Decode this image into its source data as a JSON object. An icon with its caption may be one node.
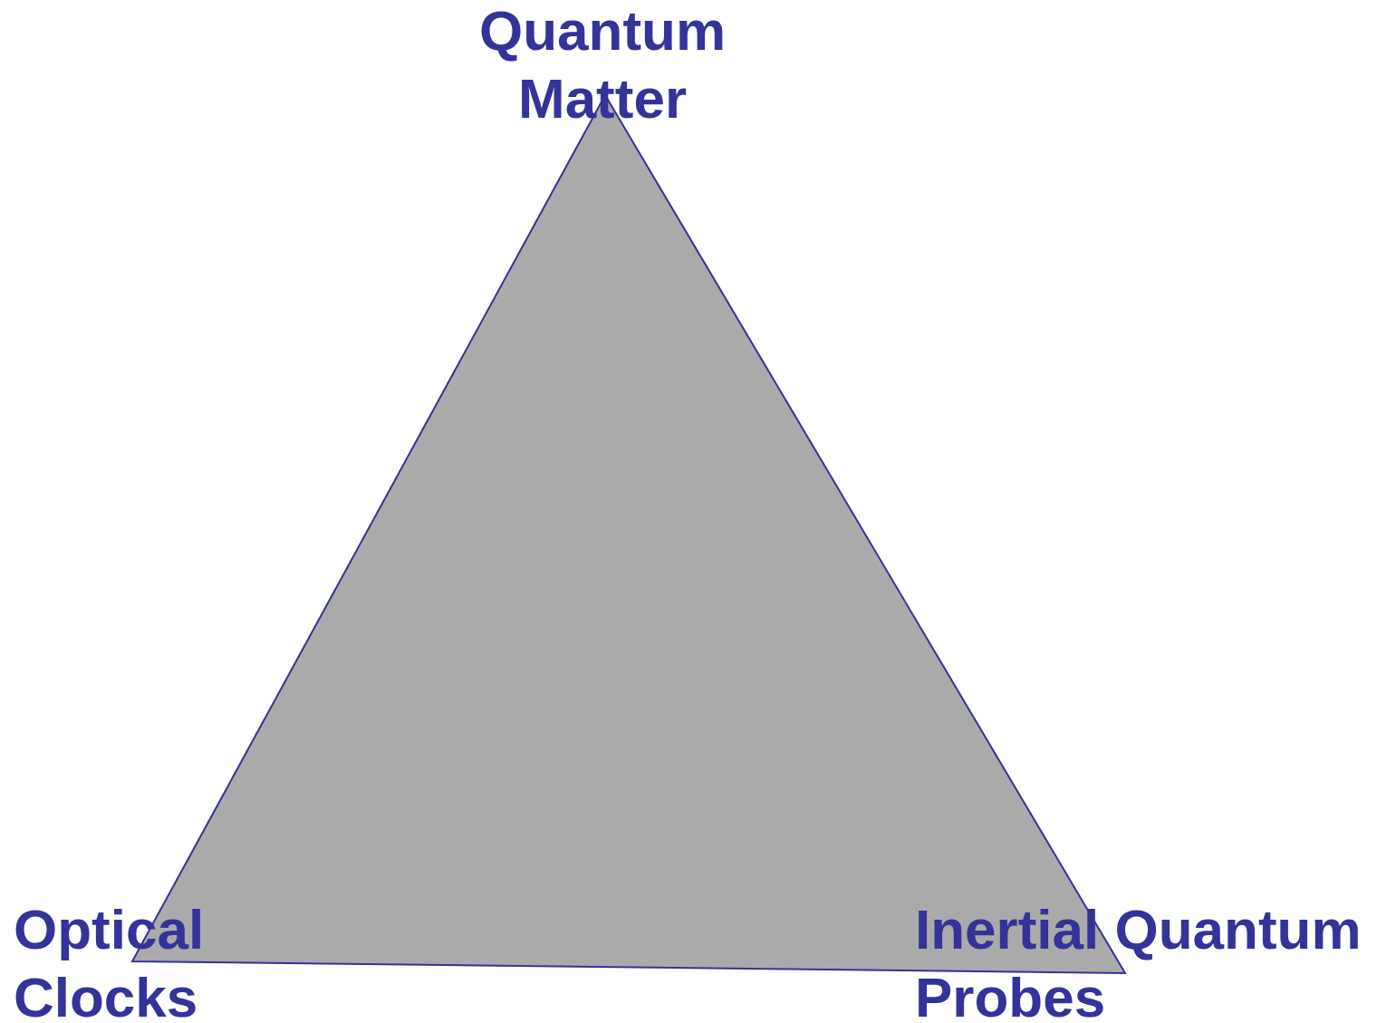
{
  "diagram": {
    "labels": [
      "Quantum Matter",
      "Optical Clocks",
      "Inertial Quantum Probes"
    ]
  }
}
